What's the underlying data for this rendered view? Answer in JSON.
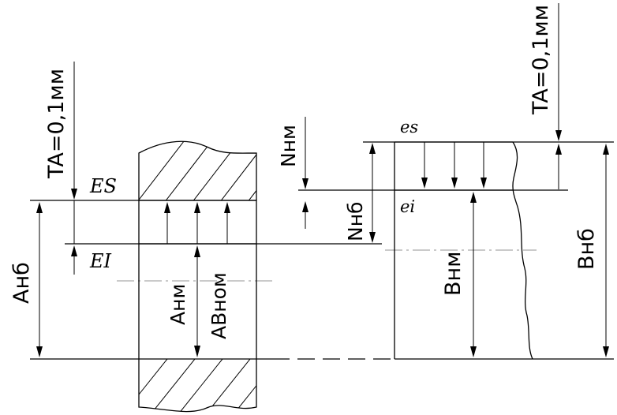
{
  "labels": {
    "tolerance_left": "TA=0,1мм",
    "tolerance_right": "TA=0,1мм",
    "upper_dev_hole": "ES",
    "lower_dev_hole": "EI",
    "upper_dev_shaft": "es",
    "lower_dev_shaft": "ei",
    "hole_max": "Анб",
    "hole_min": "Анм",
    "hole_nominal": "АВном",
    "n_min": "Nнм",
    "n_max": "Nнб",
    "shaft_min": "Внм",
    "shaft_max": "Внб"
  }
}
